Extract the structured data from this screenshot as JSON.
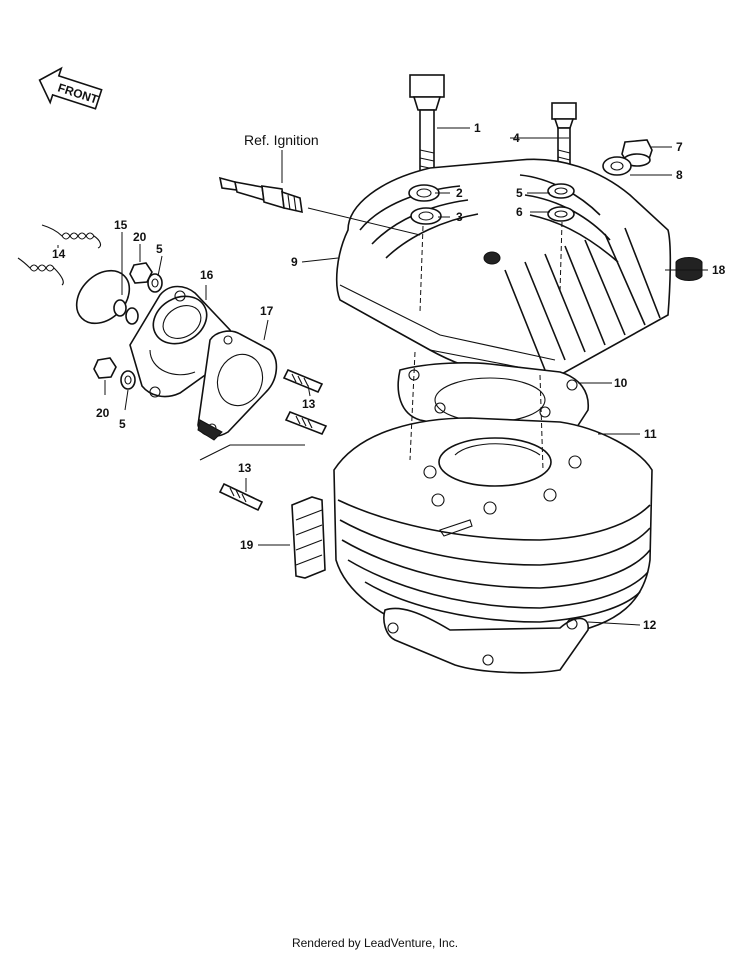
{
  "header": {
    "front_label": "FRONT",
    "ref_label": "Ref. Ignition"
  },
  "callouts": {
    "c1": "1",
    "c2": "2",
    "c3": "3",
    "c4": "4",
    "c5": "5",
    "c5b": "5",
    "c5c": "5",
    "c6": "6",
    "c7": "7",
    "c8": "8",
    "c9": "9",
    "c10": "10",
    "c11": "11",
    "c12": "12",
    "c13": "13",
    "c13b": "13",
    "c14": "14",
    "c15": "15",
    "c16": "16",
    "c17": "17",
    "c18": "18",
    "c19": "19",
    "c20": "20",
    "c20b": "20"
  },
  "footer": {
    "rendered_by": "Rendered by LeadVenture, Inc."
  }
}
